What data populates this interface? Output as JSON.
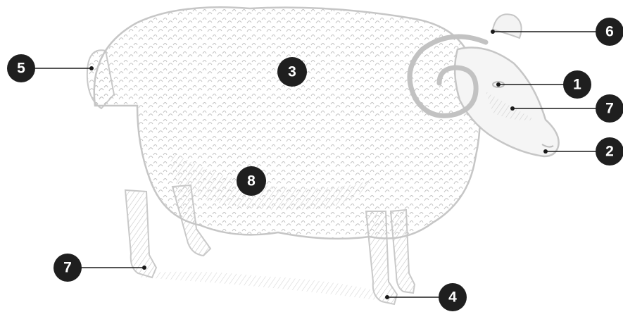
{
  "colors": {
    "badge": "#1f1f1f",
    "badge_text": "#ffffff",
    "leader_line": "#1a1a1a",
    "illustration": "#c9c9c9"
  },
  "illustration": {
    "icon": "sheep-illustration"
  },
  "callouts": [
    {
      "id": "c1",
      "label": "1"
    },
    {
      "id": "c2",
      "label": "2"
    },
    {
      "id": "c3",
      "label": "3"
    },
    {
      "id": "c4",
      "label": "4"
    },
    {
      "id": "c5",
      "label": "5"
    },
    {
      "id": "c6",
      "label": "6"
    },
    {
      "id": "c7a",
      "label": "7"
    },
    {
      "id": "c7b",
      "label": "7"
    },
    {
      "id": "c8",
      "label": "8"
    }
  ]
}
